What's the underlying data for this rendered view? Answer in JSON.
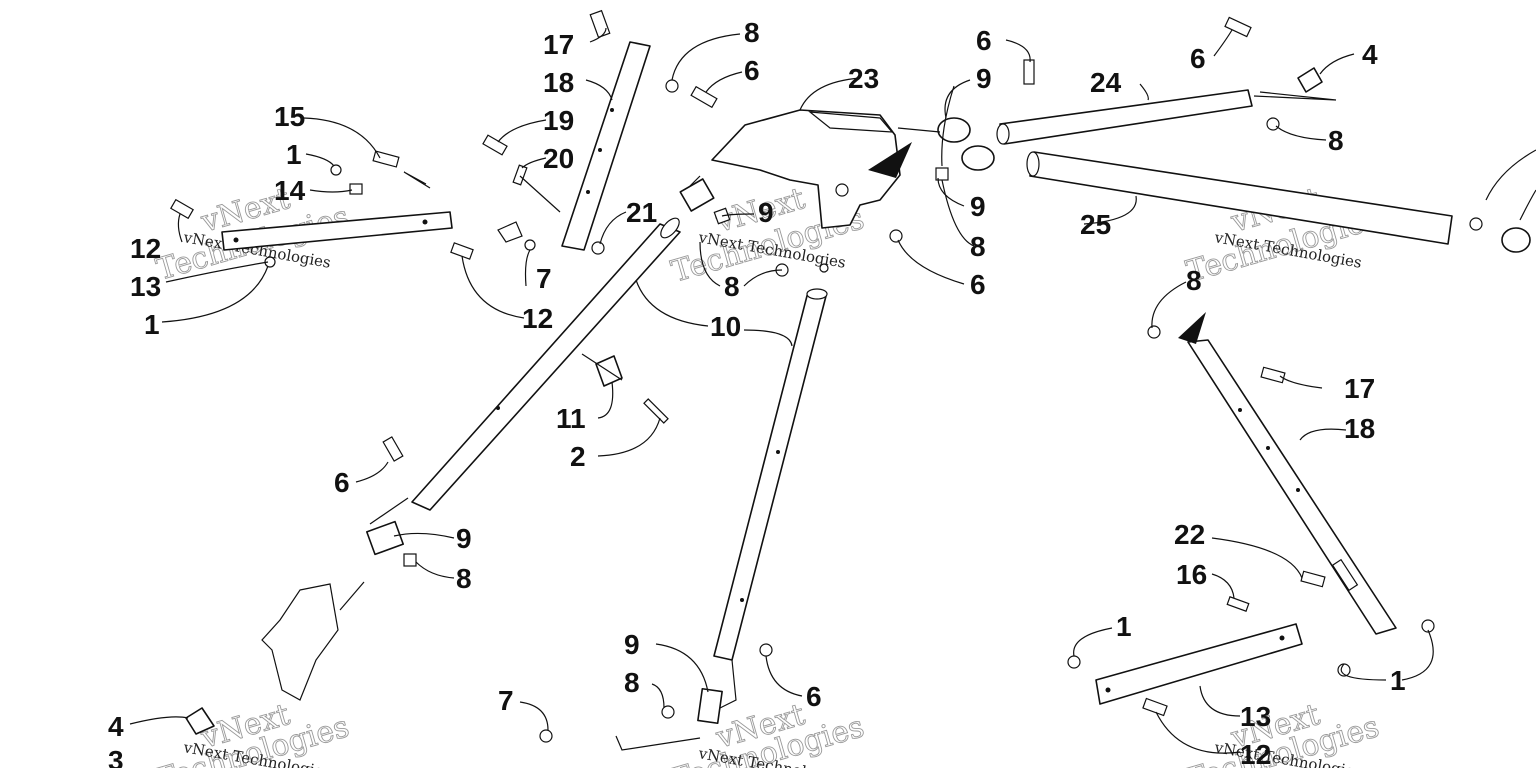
{
  "diagram": {
    "callouts": [
      {
        "id": "c17a",
        "label": "17"
      },
      {
        "id": "c8a",
        "label": "8"
      },
      {
        "id": "c18a",
        "label": "18"
      },
      {
        "id": "c6a",
        "label": "6"
      },
      {
        "id": "c23",
        "label": "23"
      },
      {
        "id": "c6b",
        "label": "6"
      },
      {
        "id": "c9a",
        "label": "9"
      },
      {
        "id": "c24",
        "label": "24"
      },
      {
        "id": "c6c",
        "label": "6"
      },
      {
        "id": "c4a",
        "label": "4"
      },
      {
        "id": "c8b",
        "label": "8"
      },
      {
        "id": "c15",
        "label": "15"
      },
      {
        "id": "c19",
        "label": "19"
      },
      {
        "id": "c1a",
        "label": "1"
      },
      {
        "id": "c20",
        "label": "20"
      },
      {
        "id": "c14",
        "label": "14"
      },
      {
        "id": "c21",
        "label": "21"
      },
      {
        "id": "c9b",
        "label": "9"
      },
      {
        "id": "c9c",
        "label": "9"
      },
      {
        "id": "c12a",
        "label": "12"
      },
      {
        "id": "c13a",
        "label": "13"
      },
      {
        "id": "c7a",
        "label": "7"
      },
      {
        "id": "c8c",
        "label": "8"
      },
      {
        "id": "c8d",
        "label": "8"
      },
      {
        "id": "c25",
        "label": "25"
      },
      {
        "id": "c1b",
        "label": "1"
      },
      {
        "id": "c12b",
        "label": "12"
      },
      {
        "id": "c6d",
        "label": "6"
      },
      {
        "id": "c8e",
        "label": "8"
      },
      {
        "id": "c10",
        "label": "10"
      },
      {
        "id": "c17b",
        "label": "17"
      },
      {
        "id": "c18b",
        "label": "18"
      },
      {
        "id": "c11",
        "label": "11"
      },
      {
        "id": "c2",
        "label": "2"
      },
      {
        "id": "c6e",
        "label": "6"
      },
      {
        "id": "c9d",
        "label": "9"
      },
      {
        "id": "c8f",
        "label": "8"
      },
      {
        "id": "c22",
        "label": "22"
      },
      {
        "id": "c16",
        "label": "16"
      },
      {
        "id": "c1c",
        "label": "1"
      },
      {
        "id": "c9e",
        "label": "9"
      },
      {
        "id": "c8g",
        "label": "8"
      },
      {
        "id": "c6f",
        "label": "6"
      },
      {
        "id": "c1d",
        "label": "1"
      },
      {
        "id": "c13b",
        "label": "13"
      },
      {
        "id": "c7b",
        "label": "7"
      },
      {
        "id": "c4b",
        "label": "4"
      },
      {
        "id": "c3",
        "label": "3"
      },
      {
        "id": "c12c",
        "label": "12"
      }
    ],
    "watermark": {
      "outline_word_1": "vNext",
      "outline_word_2": "Technologies",
      "inline_text": "vNext Technologies"
    }
  }
}
